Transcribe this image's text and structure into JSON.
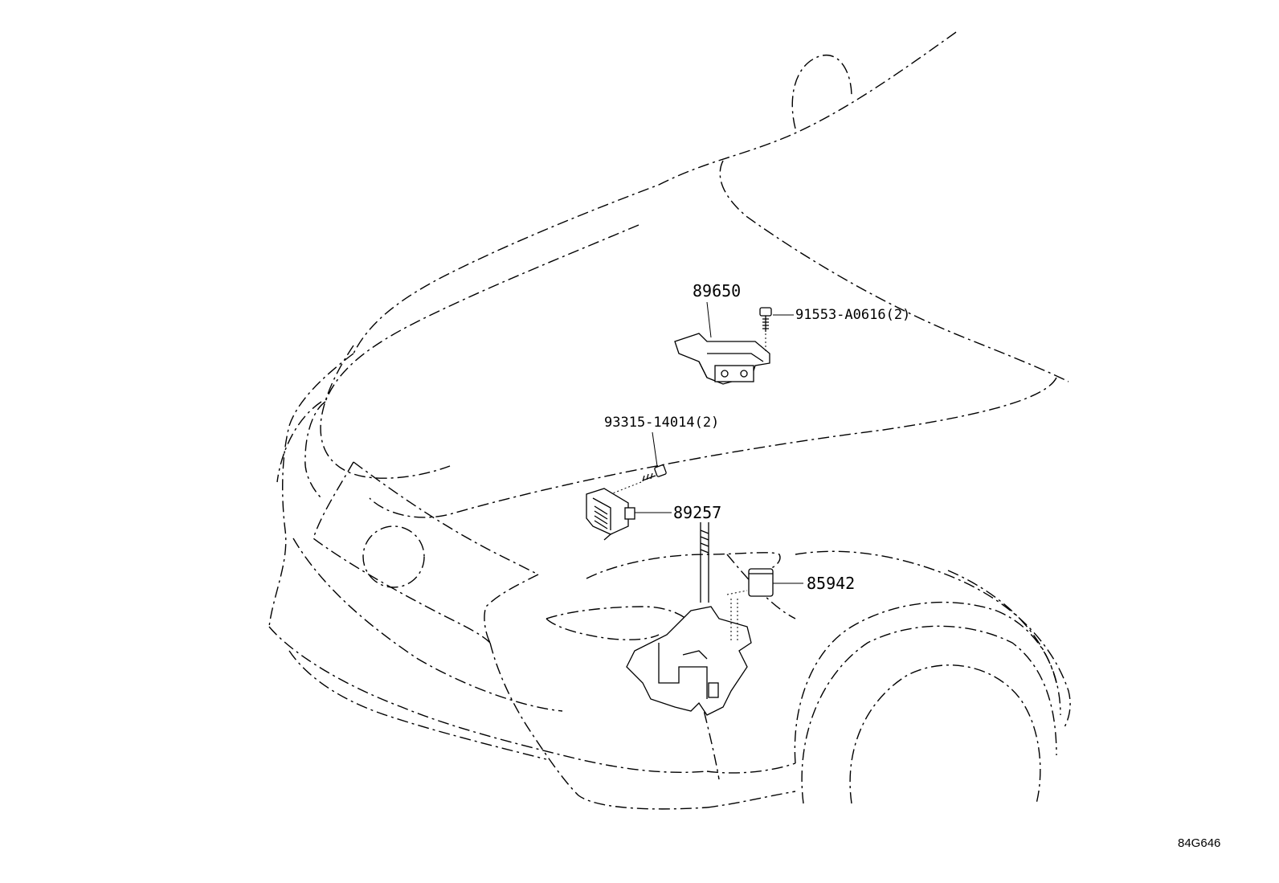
{
  "diagram": {
    "parts": [
      {
        "id": "89650",
        "label": "89650"
      },
      {
        "id": "91553",
        "label": "91553-A0616(2)"
      },
      {
        "id": "93315",
        "label": "93315-14014(2)"
      },
      {
        "id": "89257",
        "label": "89257"
      },
      {
        "id": "85942",
        "label": "85942"
      }
    ],
    "drawing_code": "84G646"
  }
}
